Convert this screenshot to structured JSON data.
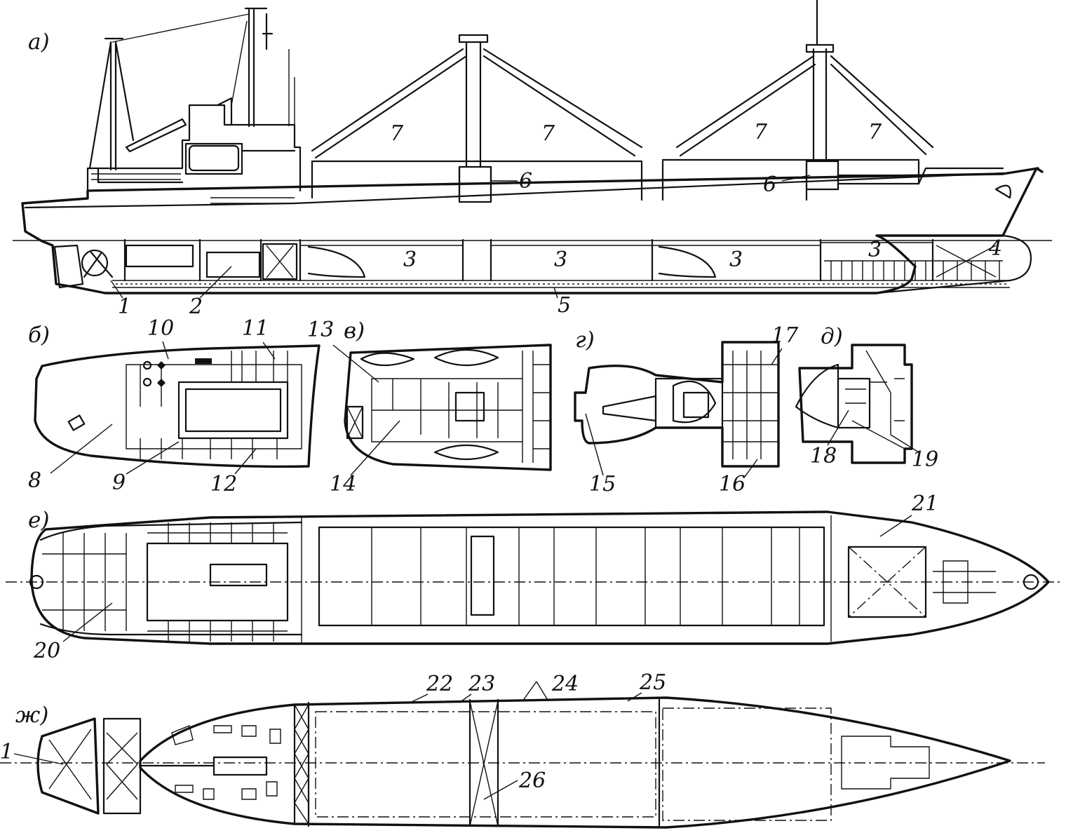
{
  "sections": {
    "a": "а)",
    "b": "б)",
    "v": "в)",
    "g": "г)",
    "d": "д)",
    "e": "е)",
    "zh": "ж)"
  },
  "callouts": {
    "n1": "1",
    "n2": "2",
    "n3a": "3",
    "n3b": "3",
    "n3c": "3",
    "n3d": "3",
    "n4": "4",
    "n5": "5",
    "n6a": "6",
    "n6b": "6",
    "n7a": "7",
    "n7b": "7",
    "n7c": "7",
    "n7d": "7",
    "n8": "8",
    "n9": "9",
    "n10": "10",
    "n11": "11",
    "n12": "12",
    "n13": "13",
    "n14": "14",
    "n15": "15",
    "n16": "16",
    "n17": "17",
    "n18": "18",
    "n19": "19",
    "n20": "20",
    "n21": "21",
    "n22": "22",
    "n23": "23",
    "n24": "24",
    "n25": "25",
    "n26": "26",
    "n1b": "1"
  }
}
